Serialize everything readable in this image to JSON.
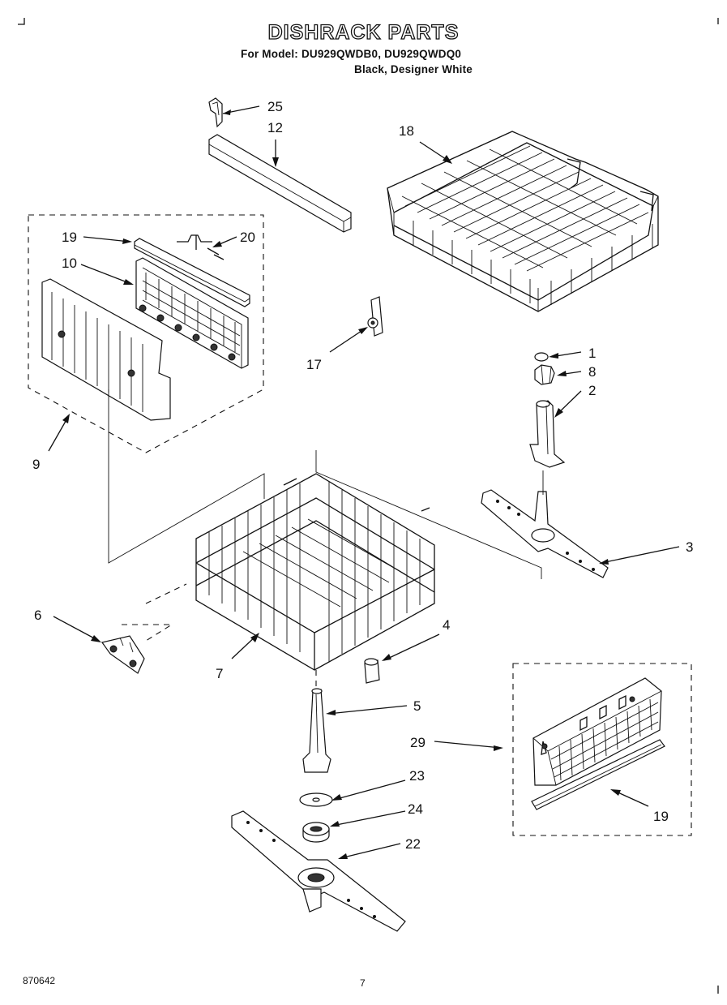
{
  "page": {
    "title": "DISHRACK PARTS",
    "model_line": "For Model: DU929QWDB0, DU929QWDQ0",
    "color_line": "Black, Designer White",
    "doc_number": "870642",
    "page_number": "7"
  },
  "callouts": {
    "c25": "25",
    "c12": "12",
    "c18": "18",
    "c19a": "19",
    "c20": "20",
    "c10": "10",
    "c17": "17",
    "c1": "1",
    "c8": "8",
    "c2": "2",
    "c9": "9",
    "c3": "3",
    "c6": "6",
    "c4": "4",
    "c7": "7",
    "c5": "5",
    "c29": "29",
    "c23": "23",
    "c24": "24",
    "c22": "22",
    "c19b": "19"
  },
  "parts": [
    "rack-rail-stop",
    "rack-rail",
    "upper-dishrack",
    "cup-shelf-rail",
    "cup-shelf-clip",
    "cup-shelf",
    "cup-shelf-assembly",
    "rack-roller-clip",
    "upper-spray-arm-nut-seal",
    "upper-spray-arm-nut",
    "upper-tube",
    "upper-spray-arm",
    "lower-dishrack",
    "rack-roller",
    "rack-bumper",
    "lower-spray-tube",
    "washer",
    "bearing",
    "lower-spray-arm",
    "silverware-basket",
    "basket-handle"
  ]
}
